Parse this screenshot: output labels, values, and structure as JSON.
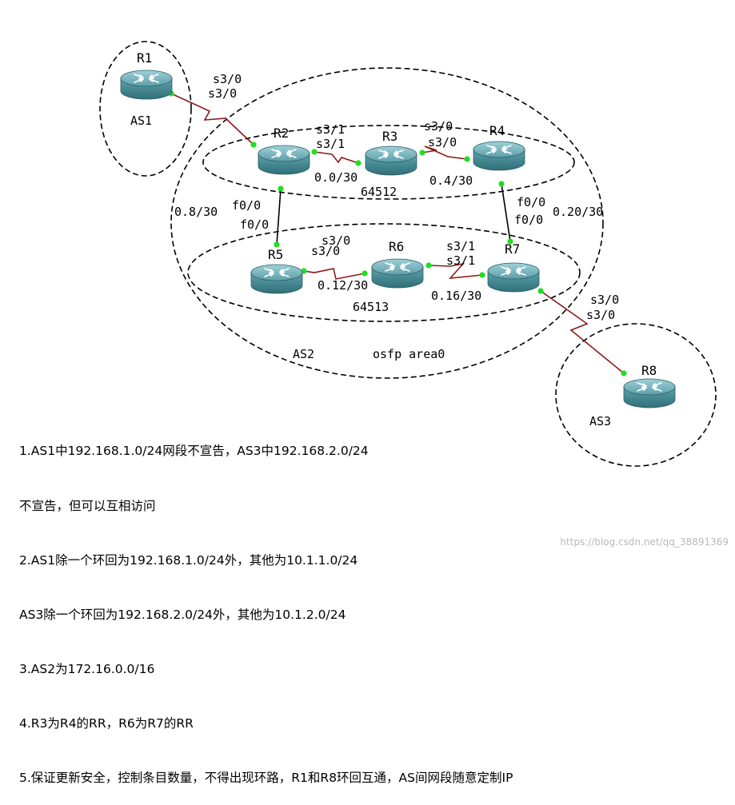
{
  "routers": [
    {
      "name": "R1"
    },
    {
      "name": "R2"
    },
    {
      "name": "R3"
    },
    {
      "name": "R4"
    },
    {
      "name": "R5"
    },
    {
      "name": "R6"
    },
    {
      "name": "R7"
    },
    {
      "name": "R8"
    }
  ],
  "regions": {
    "as1": "AS1",
    "as2": "AS2",
    "as3": "AS3",
    "ospf": "osfp area0",
    "as_upper": "64512",
    "as_lower": "64513"
  },
  "interfaces": {
    "r1_s30": "s3/0",
    "r2_s30": "s3/0",
    "r2_s31": "s3/1",
    "r3_s31": "s3/1",
    "r3_s30": "s3/0",
    "r4_s30": "s3/0",
    "r2_f00": "f0/0",
    "r5_f00": "f0/0",
    "r4_f00": "f0/0",
    "r7_f00": "f0/0",
    "r5_s30": "s3/0",
    "r6_s30": "s3/0",
    "r6_s31": "s3/1",
    "r7_s31": "s3/1",
    "r7_s30": "s3/0",
    "r8_s30": "s3/0"
  },
  "subnets": {
    "r2_r3": "0.0/30",
    "r3_r4": "0.4/30",
    "r2_r5": "0.8/30",
    "r5_r6": "0.12/30",
    "r6_r7": "0.16/30",
    "r4_r7": "0.20/30"
  },
  "notes": [
    "1.AS1中192.168.1.0/24网段不宣告，AS3中192.168.2.0/24",
    "不宣告，但可以互相访问",
    "2.AS1除一个环回为192.168.1.0/24外，其他为10.1.1.0/24",
    "AS3除一个环回为192.168.2.0/24外，其他为10.1.2.0/24",
    "3.AS2为172.16.0.0/16",
    "4.R3为R4的RR，R6为R7的RR",
    "5.保证更新安全，控制条目数量，不得出现环路，R1和R8环回互通，AS间网段随意定制IP"
  ],
  "watermark": "https://blog.csdn.net/qq_38891369",
  "colors": {
    "router_body": "#3f8690",
    "router_top": "#6fb3bd",
    "serial_link": "#8b1a1a",
    "ethernet_link": "#000000",
    "port_dot": "#22dd22"
  }
}
